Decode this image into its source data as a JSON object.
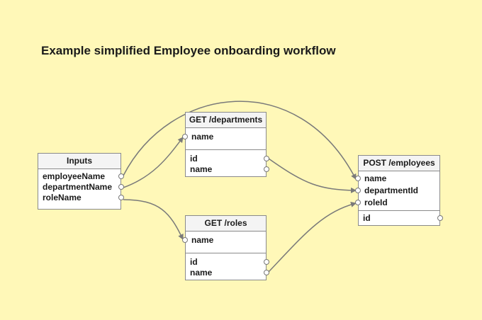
{
  "title": "Example simplified Employee onboarding workflow",
  "nodes": {
    "inputs": {
      "header": "Inputs",
      "outputs": [
        "employeeName",
        "departmentName",
        "roleName"
      ]
    },
    "departments": {
      "header": "GET /departments",
      "inputs": [
        "name"
      ],
      "outputs": [
        "id",
        "name"
      ]
    },
    "roles": {
      "header": "GET /roles",
      "inputs": [
        "name"
      ],
      "outputs": [
        "id",
        "name"
      ]
    },
    "employees": {
      "header": "POST /employees",
      "inputs": [
        "name",
        "departmentId",
        "roleId"
      ],
      "outputs": [
        "id"
      ]
    }
  },
  "colors": {
    "background": "#fff8b8",
    "border": "#8a8a8a",
    "wire": "#7a7a7a"
  }
}
